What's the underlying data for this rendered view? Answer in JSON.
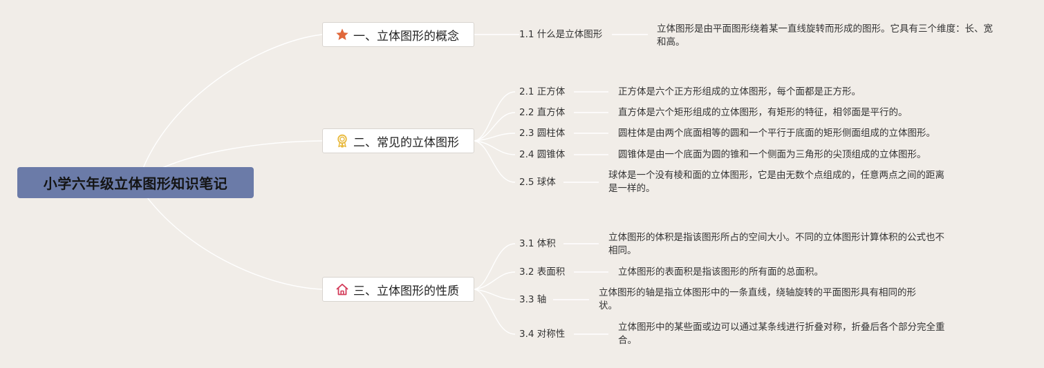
{
  "root": {
    "title": "小学六年级立体图形知识笔记"
  },
  "colors": {
    "background": "#f1ede8",
    "root_fill": "#6b7ba8",
    "connector": "#ffffff",
    "star": "#e0673a",
    "ribbon": "#e8b93c",
    "house": "#d33c5a"
  },
  "branches": [
    {
      "icon": "star-icon",
      "label": "一、立体图形的概念",
      "items": [
        {
          "label": "1.1 什么是立体图形",
          "desc": "立体图形是由平面图形绕着某一直线旋转而形成的图形。它具有三个维度：长、宽和高。"
        }
      ]
    },
    {
      "icon": "ribbon-icon",
      "label": "二、常见的立体图形",
      "items": [
        {
          "label": "2.1 正方体",
          "desc": "正方体是六个正方形组成的立体图形，每个面都是正方形。"
        },
        {
          "label": "2.2 直方体",
          "desc": "直方体是六个矩形组成的立体图形，有矩形的特征，相邻面是平行的。"
        },
        {
          "label": "2.3 圆柱体",
          "desc": "圆柱体是由两个底面相等的圆和一个平行于底面的矩形侧面组成的立体图形。"
        },
        {
          "label": "2.4 圆锥体",
          "desc": "圆锥体是由一个底面为圆的锥和一个侧面为三角形的尖顶组成的立体图形。"
        },
        {
          "label": "2.5 球体",
          "desc": "球体是一个没有棱和面的立体图形，它是由无数个点组成的，任意两点之间的距离是一样的。"
        }
      ]
    },
    {
      "icon": "house-icon",
      "label": "三、立体图形的性质",
      "items": [
        {
          "label": "3.1 体积",
          "desc": "立体图形的体积是指该图形所占的空间大小。不同的立体图形计算体积的公式也不相同。"
        },
        {
          "label": "3.2 表面积",
          "desc": "立体图形的表面积是指该图形的所有面的总面积。"
        },
        {
          "label": "3.3 轴",
          "desc": "立体图形的轴是指立体图形中的一条直线，绕轴旋转的平面图形具有相同的形状。"
        },
        {
          "label": "3.4 对称性",
          "desc": "立体图形中的某些面或边可以通过某条线进行折叠对称，折叠后各个部分完全重合。"
        }
      ]
    }
  ]
}
